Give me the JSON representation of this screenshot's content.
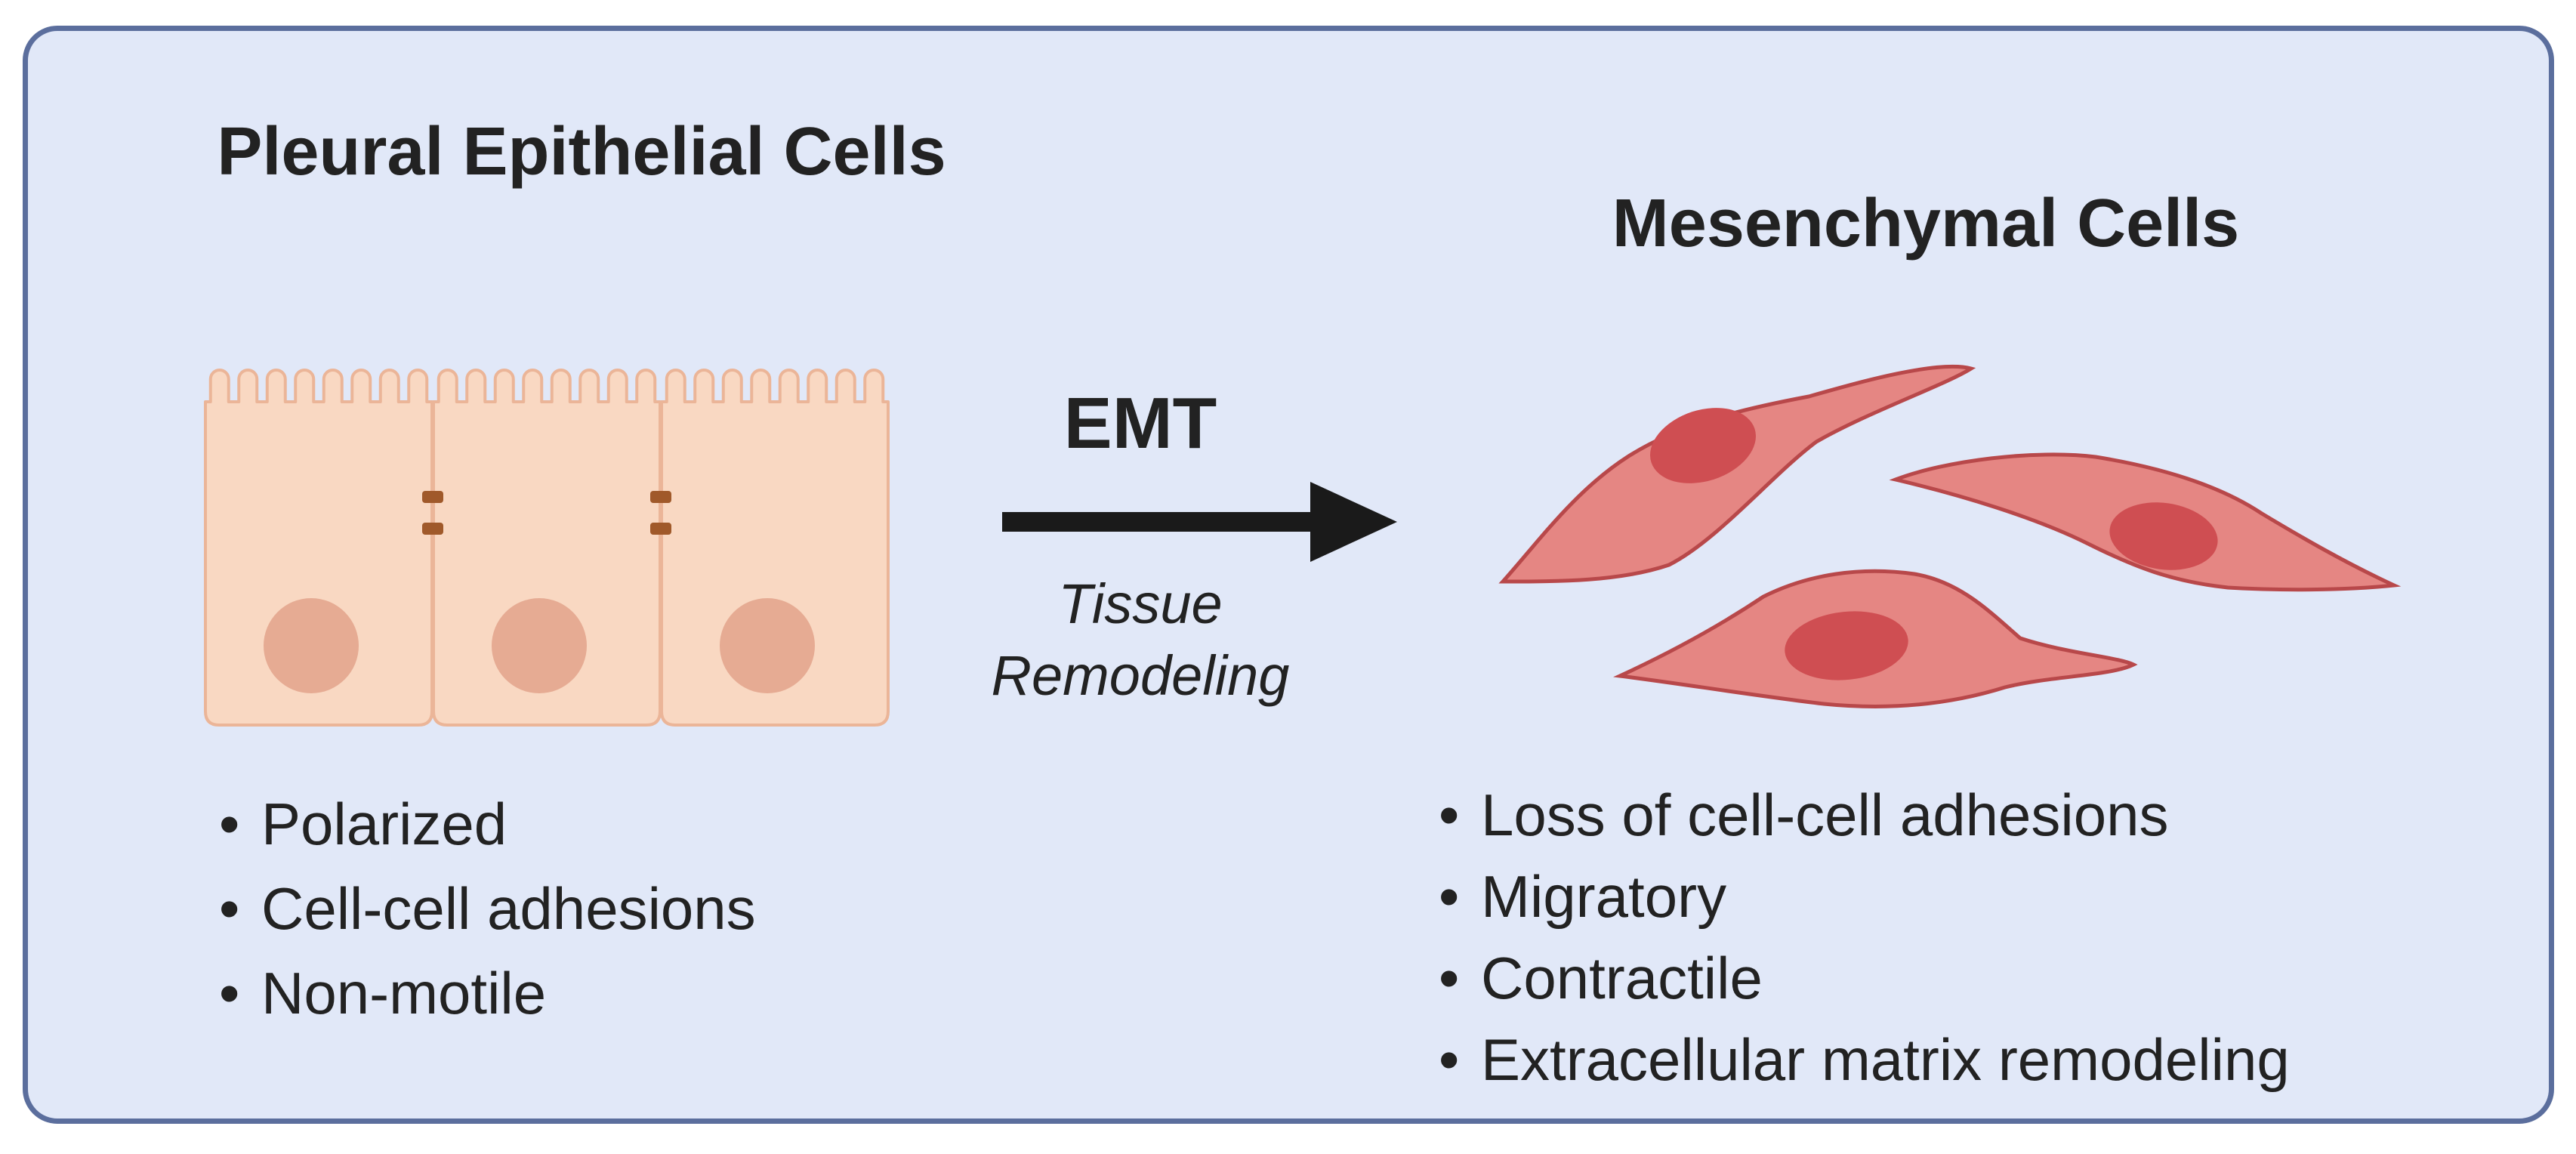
{
  "left": {
    "title": "Pleural Epithelial Cells",
    "properties": [
      "Polarized",
      "Cell-cell adhesions",
      "Non-motile"
    ]
  },
  "transition": {
    "label": "EMT",
    "sublabel_line1": "Tissue",
    "sublabel_line2": "Remodeling"
  },
  "right": {
    "title": "Mesenchymal Cells",
    "properties": [
      "Loss of cell-cell adhesions",
      "Migratory",
      "Contractile",
      "Extracellular matrix remodeling"
    ]
  },
  "bullet": "•",
  "colors": {
    "panel_background": "#e1e8f8",
    "panel_border": "#5b6e9d",
    "epithelial_cell_fill": "#f9d8c2",
    "epithelial_cell_outline": "#ebb598",
    "epithelial_nucleus": "#e6ab93",
    "junction": "#a0592a",
    "mesenchymal_cell_fill": "#e58683",
    "mesenchymal_cell_outline": "#b8484a",
    "mesenchymal_nucleus": "#cf4e52",
    "arrow": "#1a1a1a"
  },
  "icons": {
    "epithelium": "epithelial-cell-layer-icon",
    "mesenchyme": "mesenchymal-cells-icon",
    "arrow": "right-arrow-icon"
  }
}
